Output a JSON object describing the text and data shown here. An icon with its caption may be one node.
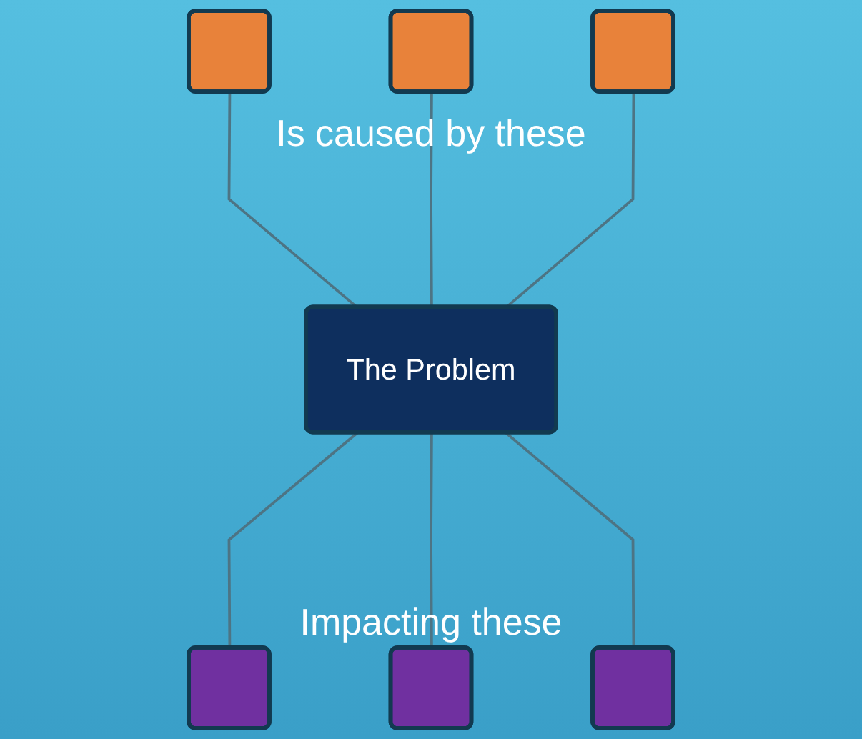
{
  "diagram": {
    "nodes": [
      {
        "text": [],
        "shape": "box"
      },
      {
        "text": [],
        "shape": "box"
      },
      {
        "text": [],
        "shape": "box"
      },
      {
        "text": [
          "The Problem"
        ]
      },
      {
        "text": [],
        "shape": "box"
      },
      {
        "text": [],
        "shape": "box"
      },
      {
        "text": [],
        "shape": "box"
      }
    ],
    "edges": [
      {
        "from": 0,
        "to": 3,
        "arrow": "none"
      },
      {
        "from": 1,
        "to": 3,
        "arrow": "none"
      },
      {
        "from": 2,
        "to": 3,
        "arrow": "none"
      },
      {
        "from": 3,
        "to": 4,
        "arrow": "none"
      },
      {
        "from": 3,
        "to": 5,
        "arrow": "none"
      },
      {
        "from": 3,
        "to": 6,
        "arrow": "none"
      }
    ],
    "labels": [
      "Is caused by these",
      "Impacting these"
    ]
  }
}
